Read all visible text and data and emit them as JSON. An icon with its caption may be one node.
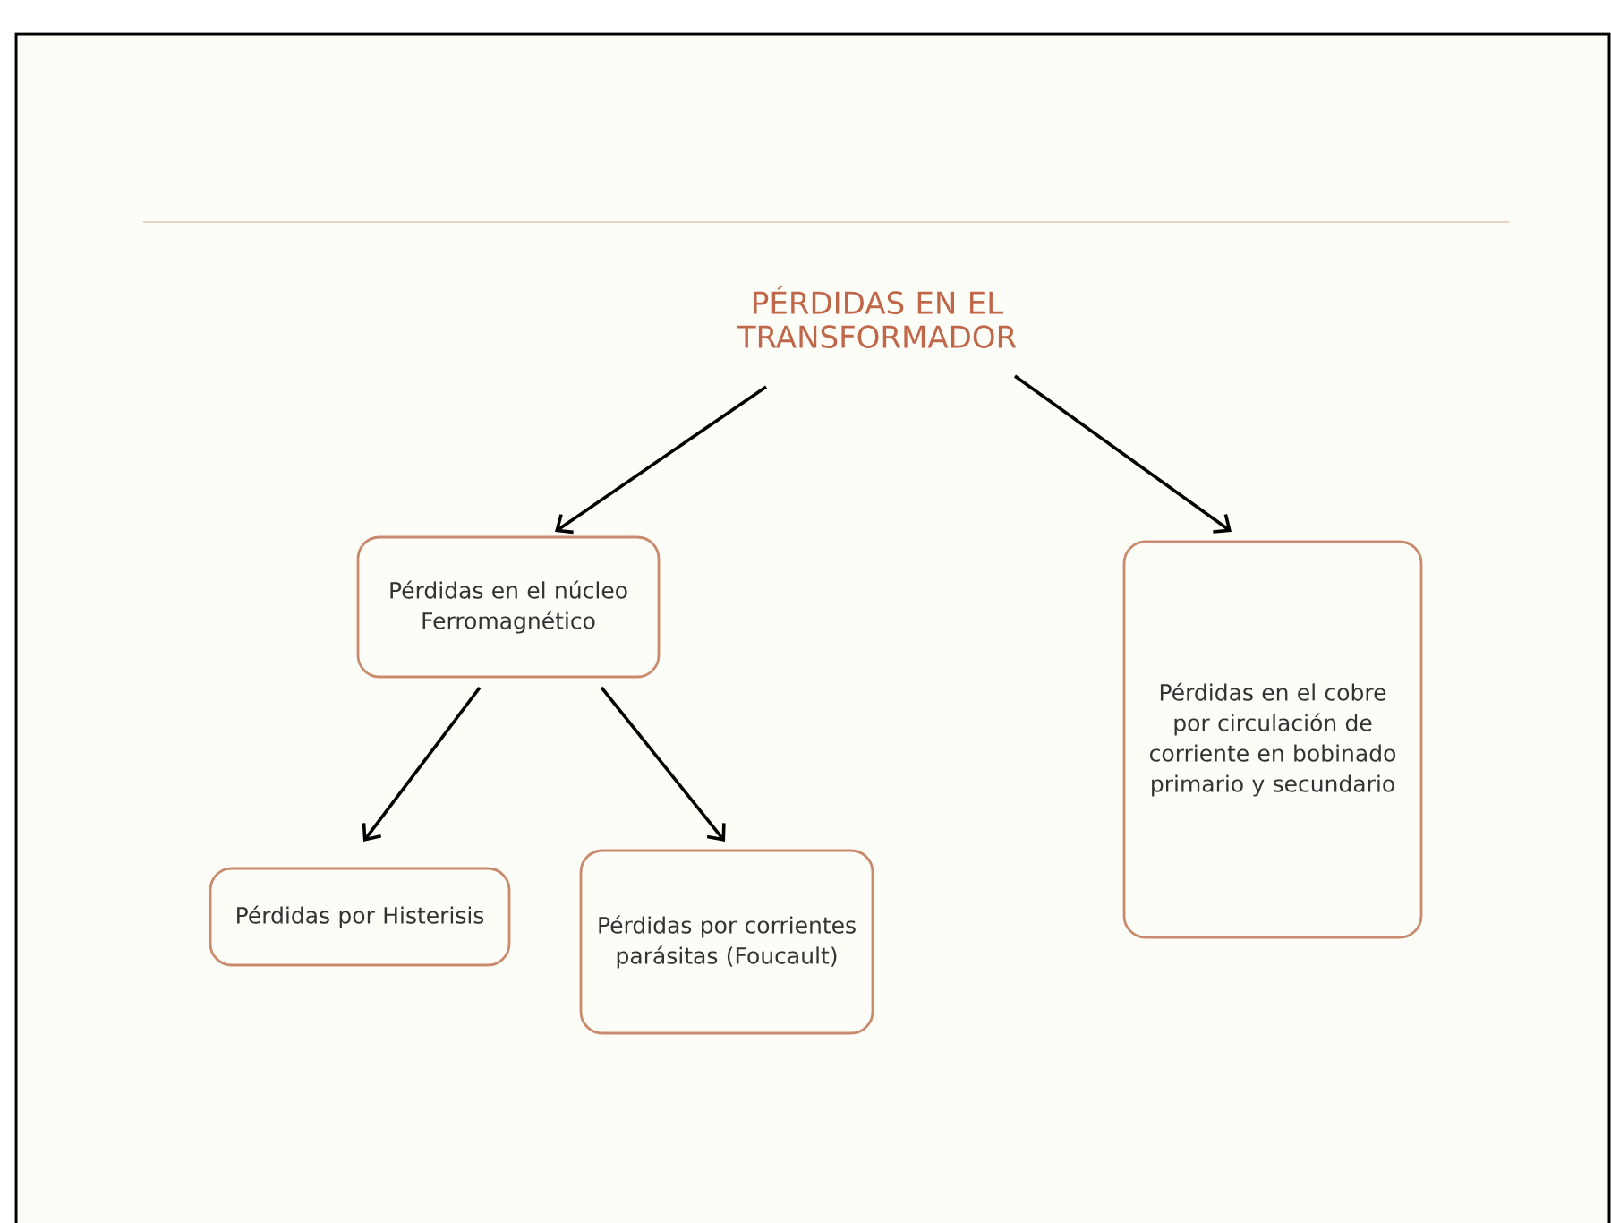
{
  "diagram": {
    "nodes": [
      {
        "text": [
          "PÉRDIDAS EN EL TRANSFORMADOR"
        ]
      },
      {
        "text": [
          "Pérdidas en el núcleo Ferromagnético"
        ]
      },
      {
        "text": [
          "Pérdidas en el cobre por circulación de corriente en bobinado primario y secundario"
        ]
      },
      {
        "text": [
          "Pérdidas por Histerisis"
        ]
      },
      {
        "text": [
          "Pérdidas por corrientes parásitas (Foucault)"
        ]
      }
    ],
    "edges": [
      {
        "from": 0,
        "to": 1,
        "arrow": "to"
      },
      {
        "from": 0,
        "to": 2,
        "arrow": "to"
      },
      {
        "from": 1,
        "to": 3,
        "arrow": "to"
      },
      {
        "from": 1,
        "to": 4,
        "arrow": "to"
      }
    ]
  }
}
